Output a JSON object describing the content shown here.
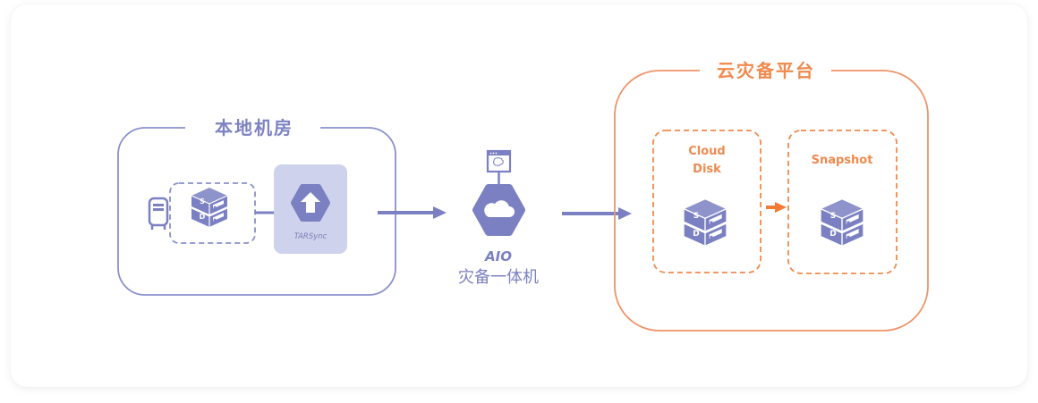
{
  "colors": {
    "purple": "#7b80c2",
    "purple_light": "#cfd2ec",
    "orange": "#ef8a4f",
    "orange_arrow": "#f47b36"
  },
  "local_site": {
    "title": "本地机房",
    "components": {
      "server_icon": "server-tower-icon",
      "storage_icon": "storage-stack-icon",
      "storage_labels": [
        "S",
        "D"
      ],
      "sync_agent": {
        "label": "TARSync",
        "icon": "upload-arrow-icon"
      }
    }
  },
  "aio": {
    "label_top": "AIO",
    "label_bottom": "灾备一体机",
    "icons": [
      "brain-window-icon",
      "cloud-icon"
    ]
  },
  "cloud_platform": {
    "title": "云灾备平台",
    "cloud_disk": {
      "label_line1": "Cloud",
      "label_line2": "Disk",
      "storage_labels": [
        "S",
        "D"
      ]
    },
    "snapshot": {
      "label": "Snapshot",
      "storage_labels": [
        "S",
        "D"
      ]
    }
  }
}
